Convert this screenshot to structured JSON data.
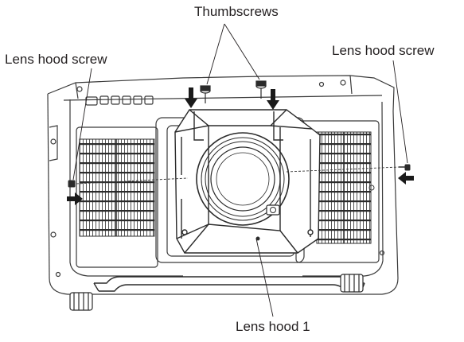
{
  "labels": {
    "thumbscrews": "Thumbscrews",
    "lens_hood_screw_left": "Lens hood screw",
    "lens_hood_screw_right": "Lens hood screw",
    "lens_hood": "Lens hood 1"
  },
  "colors": {
    "ink": "#231f20",
    "line": "#3a3a3a",
    "arrow": "#1a1a1a",
    "grille": "#2b2b2b"
  },
  "icons": {
    "arrow": "arrow-icon",
    "screw": "screw-icon"
  }
}
